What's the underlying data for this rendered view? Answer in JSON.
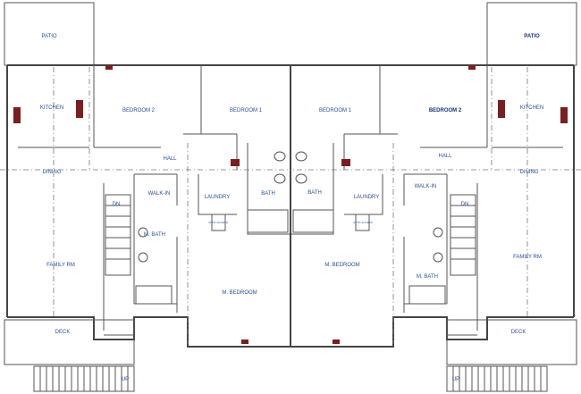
{
  "colors": {
    "wall": "#444444",
    "label": "#2a4f9a",
    "fixture": "#7a1f1f"
  },
  "units": [
    {
      "side": "left",
      "rooms": {
        "patio": "PATIO",
        "kitchen": "KITCHEN",
        "bedroom2": "BEDROOM 2",
        "bedroom1": "BEDROOM 1",
        "hall": "HALL",
        "dining": "DINING",
        "walkin": "WALK-IN",
        "laundry": "LAUNDRY",
        "bath": "BATH",
        "stairs": "DN",
        "mbath": "M. BATH",
        "family": "FAMILY RM",
        "mbedroom": "M. BEDROOM",
        "deck": "DECK",
        "up": "UP",
        "attic": "ATTIC ACCESS"
      }
    },
    {
      "side": "right",
      "rooms": {
        "patio": "PATIO",
        "kitchen": "KITCHEN",
        "bedroom2": "BEDROOM 2",
        "bedroom1": "BEDROOM 1",
        "hall": "HALL",
        "dining": "DINING",
        "walkin": "WALK-IN",
        "laundry": "LAUNDRY",
        "bath": "BATH",
        "stairs": "DN",
        "mbath": "M. BATH",
        "family": "FAMILY RM",
        "mbedroom": "M. BEDROOM",
        "deck": "DECK",
        "up": "UP",
        "attic": "ATTIC ACCESS"
      }
    }
  ]
}
